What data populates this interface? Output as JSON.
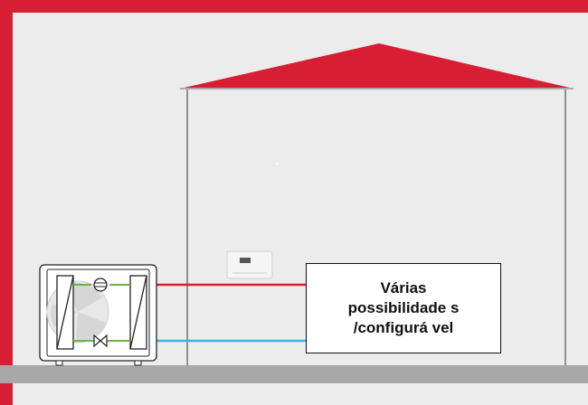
{
  "label": {
    "line1": "Várias",
    "line2": "possibilidade s",
    "line3": "/configurá vel"
  },
  "colors": {
    "frame": "#d81e34",
    "roof": "#d81e34",
    "background": "#ececed",
    "ground": "#a8a8a8",
    "supply_pipe": "#d81e34",
    "return_pipe": "#35b4e6",
    "refrigerant_pipe": "#6cb33f"
  },
  "icons": {
    "heat_pump": "outdoor-heat-pump-unit-icon",
    "controller": "wall-controller-icon",
    "compressor": "compressor-symbol-icon",
    "expansion_valve": "expansion-valve-symbol-icon"
  }
}
